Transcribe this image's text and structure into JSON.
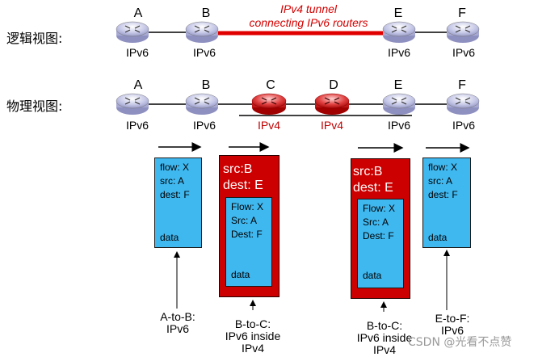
{
  "logical_view": {
    "label": "逻辑视图:",
    "tunnel_line1": "IPv4 tunnel",
    "tunnel_line2": "connecting IPv6 routers",
    "nodes": [
      {
        "letter": "A",
        "proto": "IPv6"
      },
      {
        "letter": "B",
        "proto": "IPv6"
      },
      {
        "letter": "E",
        "proto": "IPv6"
      },
      {
        "letter": "F",
        "proto": "IPv6"
      }
    ]
  },
  "physical_view": {
    "label": "物理视图:",
    "nodes": [
      {
        "letter": "A",
        "proto": "IPv6"
      },
      {
        "letter": "B",
        "proto": "IPv6"
      },
      {
        "letter": "C",
        "proto": "IPv4"
      },
      {
        "letter": "D",
        "proto": "IPv4"
      },
      {
        "letter": "E",
        "proto": "IPv6"
      },
      {
        "letter": "F",
        "proto": "IPv6"
      }
    ]
  },
  "packets": {
    "ab": {
      "flow": "flow: X",
      "src": "src: A",
      "dest": "dest: F",
      "data": "data",
      "caption1": "A-to-B:",
      "caption2": "IPv6"
    },
    "bc1": {
      "outer_src": "src:B",
      "outer_dest": "dest: E",
      "flow": "Flow: X",
      "src": "Src: A",
      "dest": "Dest: F",
      "data": "data",
      "caption1": "B-to-C:",
      "caption2": "IPv6 inside",
      "caption3": "IPv4"
    },
    "bc2": {
      "outer_src": "src:B",
      "outer_dest": "dest: E",
      "flow": "Flow: X",
      "src": "Src: A",
      "dest": "Dest: F",
      "data": "data",
      "caption1": "B-to-C:",
      "caption2": "IPv6 inside",
      "caption3": "IPv4"
    },
    "ef": {
      "flow": "flow: X",
      "src": "src: A",
      "dest": "dest: F",
      "data": "data",
      "caption1": "E-to-F:",
      "caption2": "IPv6"
    }
  },
  "watermark": "CSDN @光看不点赞",
  "colors": {
    "ipv6_router": "#c8c8e8",
    "ipv4_router": "#d82020",
    "tunnel": "#e00000",
    "packet_blue": "#3fb8f0",
    "packet_red": "#cc0000"
  }
}
